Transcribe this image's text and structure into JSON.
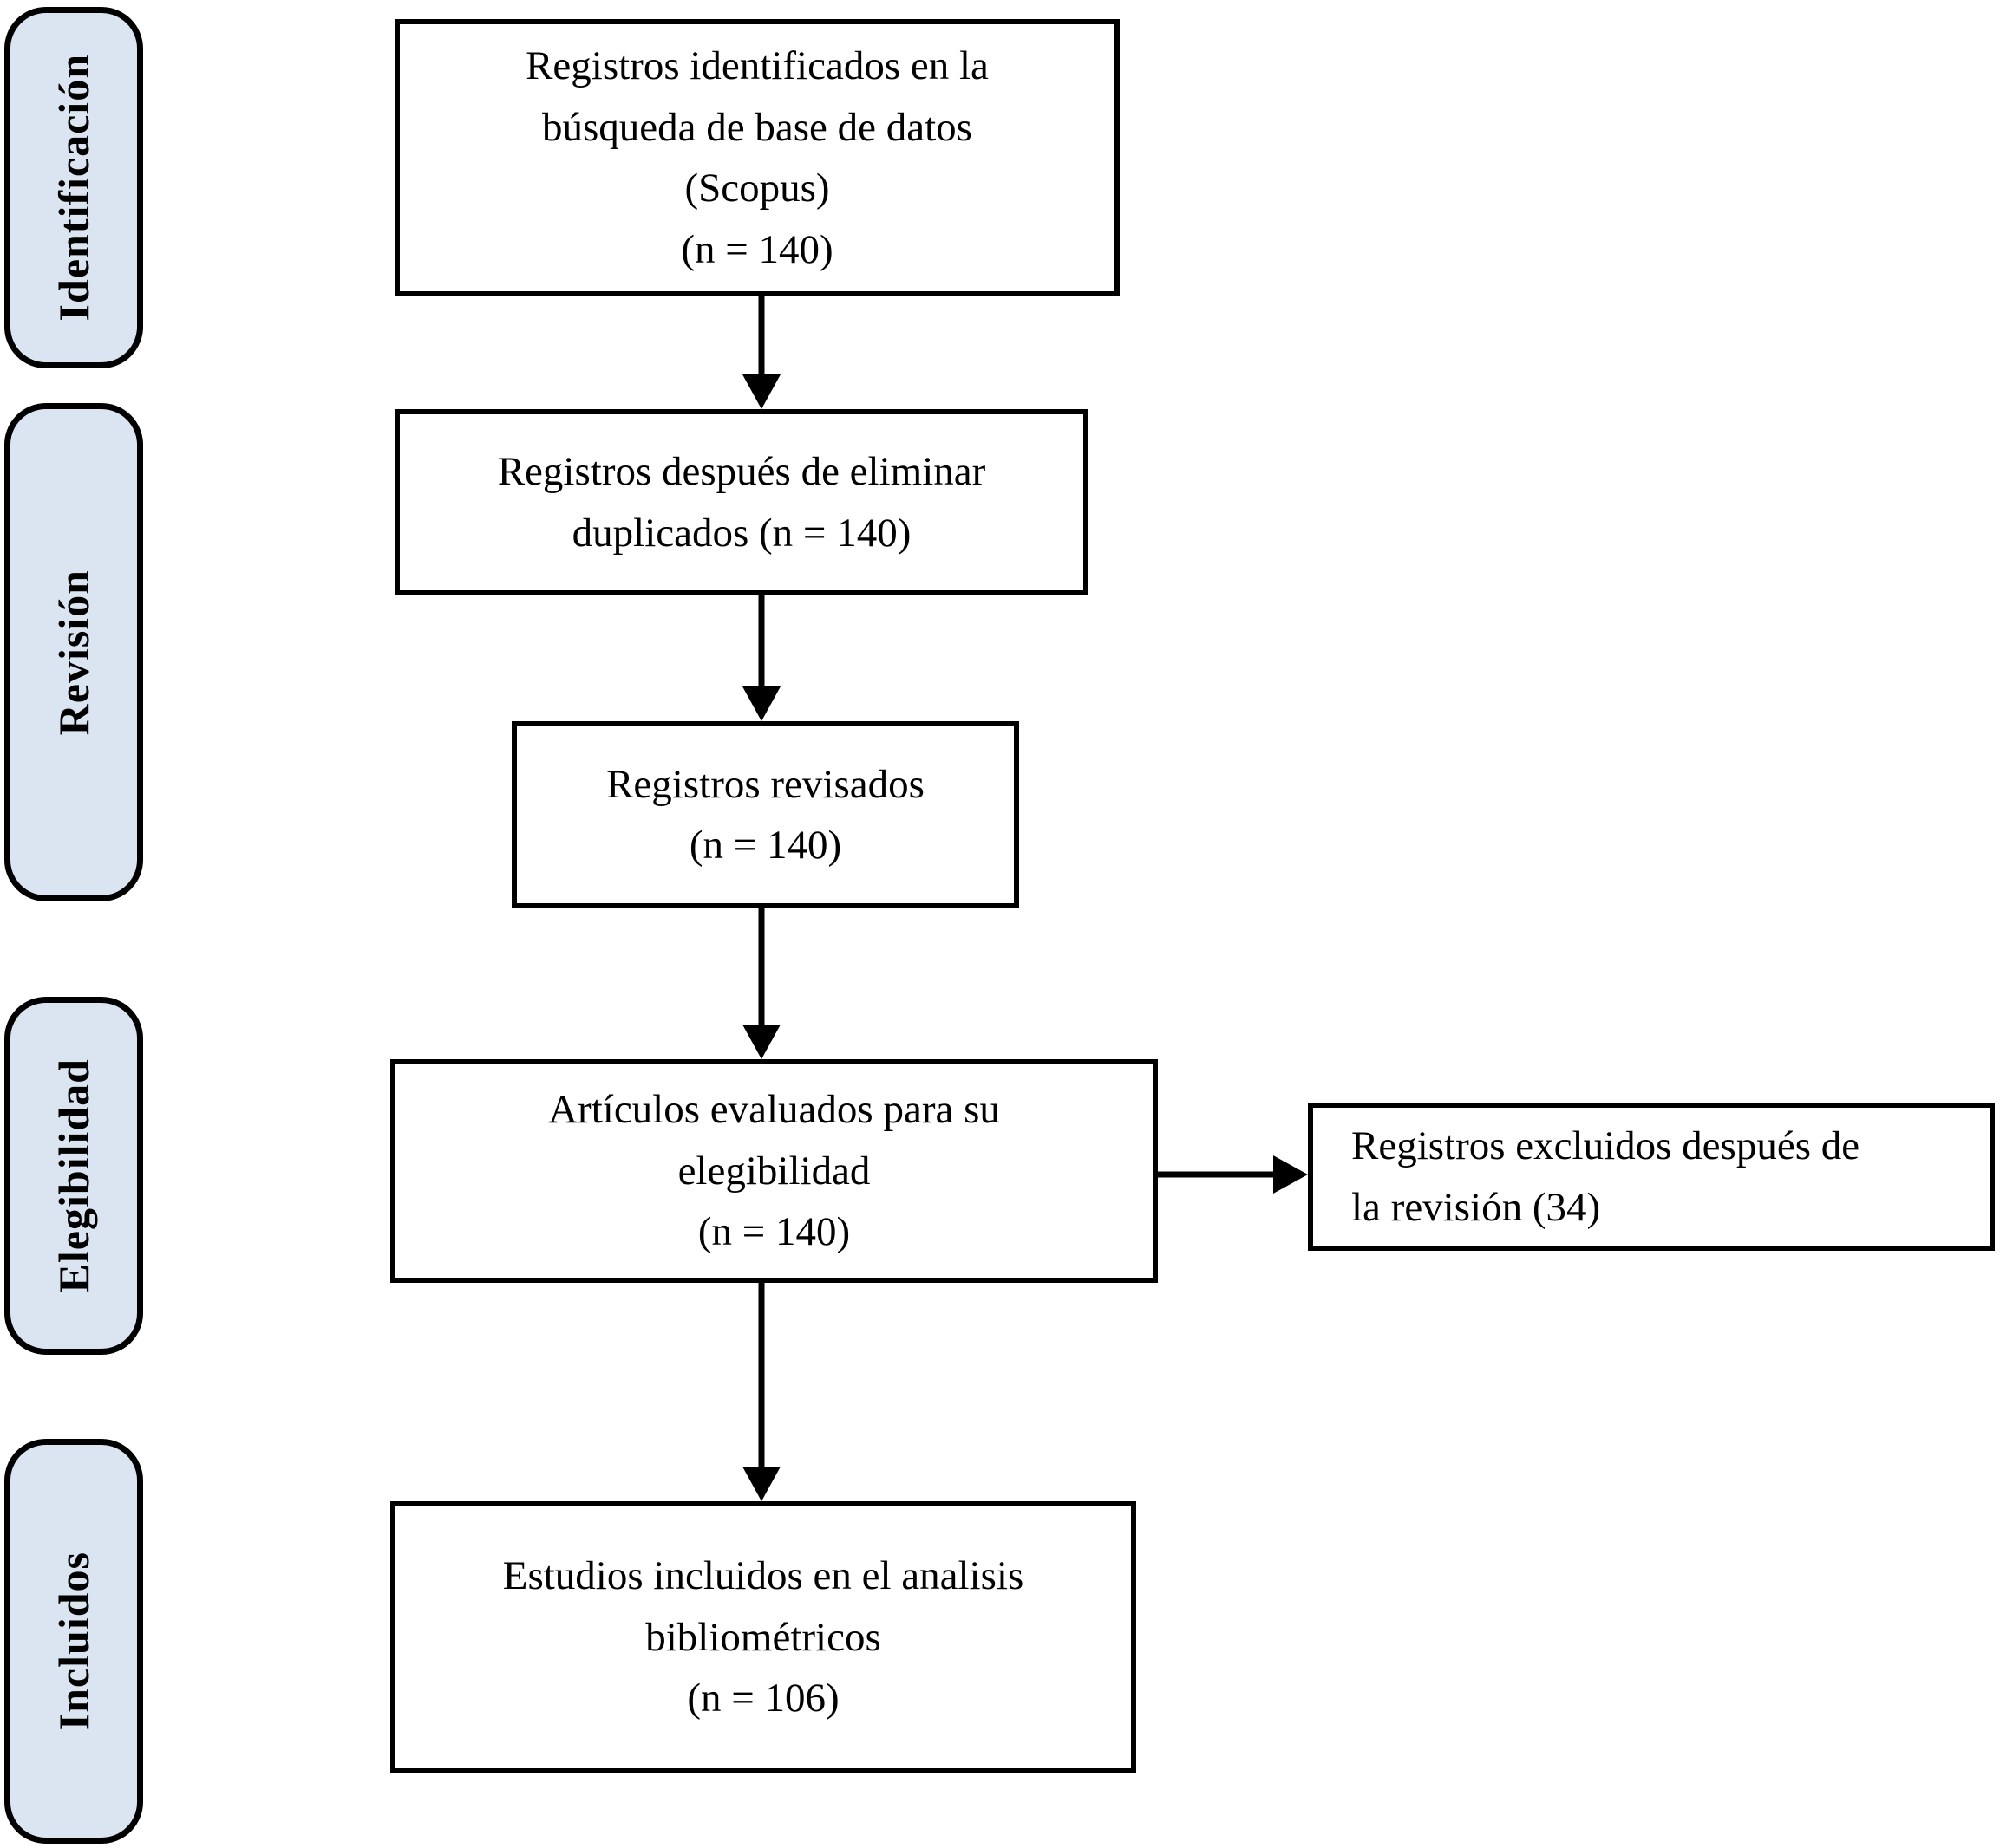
{
  "diagram": {
    "type": "prisma-flow",
    "stages": [
      {
        "label": "Identificación"
      },
      {
        "label": "Revisión"
      },
      {
        "label": "Elegibilidad"
      },
      {
        "label": "Incluidos"
      }
    ],
    "nodes": {
      "identified": {
        "text": "Registros identificados en la\nbúsqueda de base de datos\n(Scopus)\n(n = 140)",
        "n": 140
      },
      "deduplicated": {
        "text": "Registros después de eliminar\nduplicados (n = 140)",
        "n": 140
      },
      "screened": {
        "text": "Registros revisados\n(n = 140)",
        "n": 140
      },
      "eligibility": {
        "text": "Artículos evaluados para su\nelegibilidad\n(n = 140)",
        "n": 140
      },
      "excluded": {
        "text": "Registros excluidos después de\nla revisión (34)",
        "n": 34
      },
      "included": {
        "text": "Estudios incluidos en el analisis\nbibliométricos\n(n = 106)",
        "n": 106
      }
    },
    "colors": {
      "stage_fill": "#dbe5f1",
      "node_fill": "#ffffff",
      "border": "#000000",
      "text": "#000000",
      "page_bg": "#ffffff"
    }
  }
}
